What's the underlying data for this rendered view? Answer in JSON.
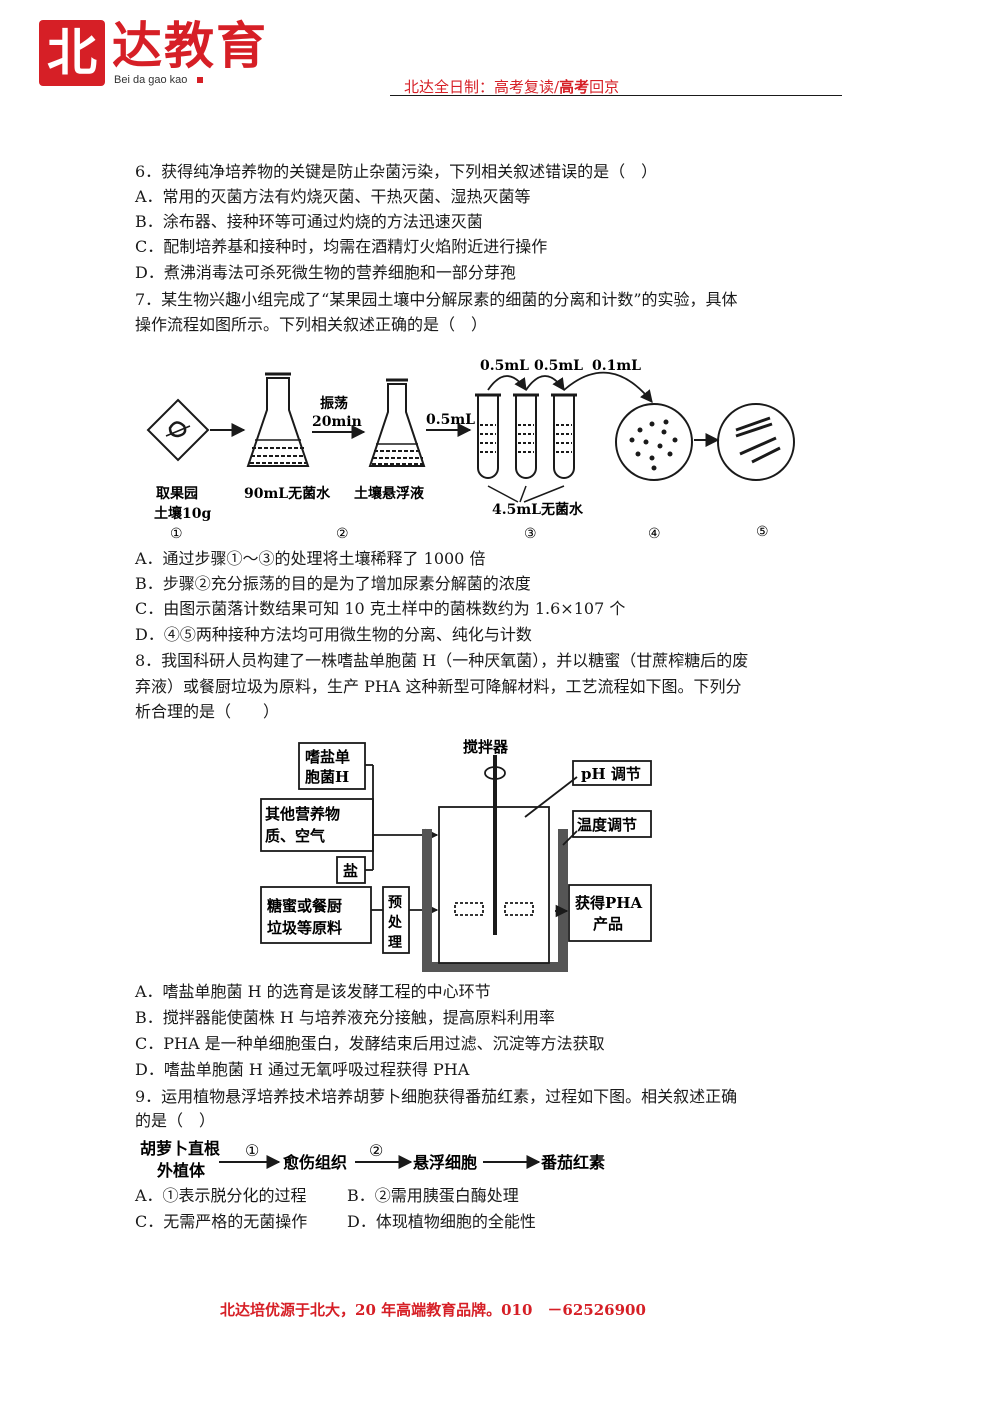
{
  "header": {
    "logo_char": "北",
    "brand": "达教育",
    "pinyin": "Bei da gao kao",
    "slogan_prefix": "北达全日制：高考复读/",
    "slogan_bold": "高考",
    "slogan_suffix": "回京"
  },
  "q6": {
    "stem": "6．获得纯净培养物的关键是防止杂菌污染，下列相关叙述错误的是（　）",
    "a": "A．常用的灭菌方法有灼烧灭菌、干热灭菌、湿热灭菌等",
    "b": "B．涂布器、接种环等可通过灼烧的方法迅速灭菌",
    "c": "C．配制培养基和接种时，均需在酒精灯火焰附近进行操作",
    "d": "D．煮沸消毒法可杀死微生物的营养细胞和一部分芽孢"
  },
  "q7": {
    "stem1": "7．某生物兴趣小组完成了“某果园土壤中分解尿素的细菌的分离和计数”的实验，具体",
    "stem2": "操作流程如图所示。下列相关叙述正确的是（　）",
    "fig": {
      "step1_l1": "取果园",
      "step1_l2": "土壤10g",
      "n1": "①",
      "label_shake1": "振荡",
      "label_shake2": "20min",
      "flask1": "90mL无菌水",
      "n2": "②",
      "flask2": "土壤悬浮液",
      "v1": "0.5mL",
      "v2": "0.5mL",
      "v3": "0.5mL",
      "v4": "0.1mL",
      "tubes": "4.5mL无菌水",
      "n3": "③",
      "n4": "④",
      "n5": "⑤"
    },
    "a": "A．通过步骤①～③的处理将土壤稀释了 1000 倍",
    "b": "B．步骤②充分振荡的目的是为了增加尿素分解菌的浓度",
    "c": "C．由图示菌落计数结果可知 10 克土样中的菌株数约为 1.6×107 个",
    "d": "D．④⑤两种接种方法均可用微生物的分离、纯化与计数"
  },
  "q8": {
    "stem1": "8．我国科研人员构建了一株嗜盐单胞菌 H（一种厌氧菌），并以糖蜜（甘蔗榨糖后的废",
    "stem2": "弃液）或餐厨垃圾为原料，生产 PHA 这种新型可降解材料，工艺流程如下图。下列分",
    "stem3": "析合理的是（　　）",
    "fig": {
      "box1_l1": "嗜盐单",
      "box1_l2": "胞菌H",
      "box2_l1": "其他营养物",
      "box2_l2": "质、空气",
      "box3": "盐",
      "box4_l1": "糖蜜或餐厨",
      "box4_l2": "垃圾等原料",
      "pre": [
        "预",
        "处",
        "理"
      ],
      "stirrer": "搅拌器",
      "ph": "pH 调节",
      "temp": "温度调节",
      "out_l1": "获得PHA",
      "out_l2": "产品"
    },
    "a": "A．嗜盐单胞菌 H 的选育是该发酵工程的中心环节",
    "b": "B．搅拌器能使菌株 H 与培养液充分接触，提高原料利用率",
    "c": "C．PHA 是一种单细胞蛋白，发酵结束后用过滤、沉淀等方法获取",
    "d": "D．嗜盐单胞菌 H 通过无氧呼吸过程获得 PHA"
  },
  "q9": {
    "stem1": "9．运用植物悬浮培养技术培养胡萝卜细胞获得番茄红素，过程如下图。相关叙述正确",
    "stem2": "的是（　）",
    "fig": {
      "start_l1": "胡萝卜直根",
      "start_l2": "外植体",
      "s1": "①",
      "callus": "愈伤组织",
      "s2": "②",
      "susp": "悬浮细胞",
      "product": "番茄红素"
    },
    "a": "A．①表示脱分化的过程",
    "b": "B．②需用胰蛋白酶处理",
    "c": "C．无需严格的无菌操作",
    "d": "D．体现植物细胞的全能性"
  },
  "footer": {
    "text": "北达培优源于北大，20 年高端教育品牌。010　－62526900"
  },
  "colors": {
    "brand_red": "#d61f26",
    "ink": "#1a1a1a"
  }
}
